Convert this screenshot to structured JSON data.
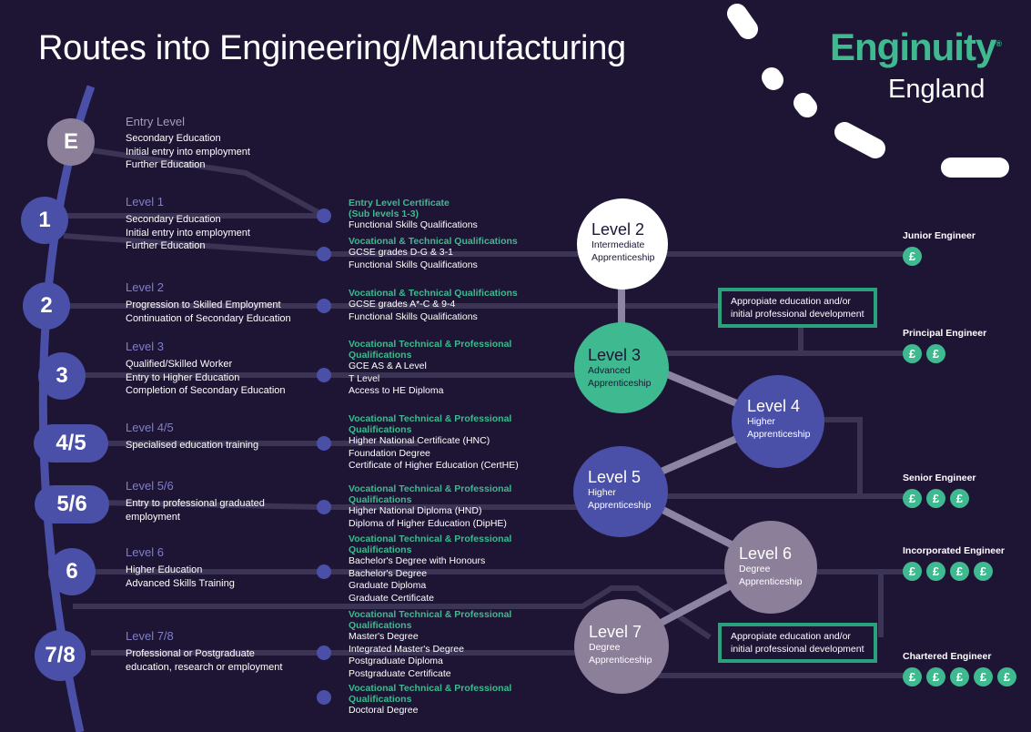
{
  "title": "Routes into Engineering/Manufacturing",
  "brand": "Enginuity",
  "country": "England",
  "levels": [
    {
      "badge": "E",
      "heading": "Entry Level",
      "lines": [
        "Secondary Education",
        "Initial entry into employment",
        "Further Education"
      ]
    },
    {
      "badge": "1",
      "heading": "Level 1",
      "lines": [
        "Secondary Education",
        "Initial entry into employment",
        "Further Education"
      ]
    },
    {
      "badge": "2",
      "heading": "Level 2",
      "lines": [
        "Progression to Skilled Employment",
        "Continuation of Secondary Education"
      ]
    },
    {
      "badge": "3",
      "heading": "Level 3",
      "lines": [
        "Qualified/Skilled Worker",
        "Entry to Higher Education",
        "Completion of Secondary Education"
      ]
    },
    {
      "badge": "4/5",
      "heading": "Level 4/5",
      "lines": [
        "Specialised education training"
      ]
    },
    {
      "badge": "5/6",
      "heading": "Level 5/6",
      "lines": [
        "Entry to professional graduated",
        "employment"
      ]
    },
    {
      "badge": "6",
      "heading": "Level 6",
      "lines": [
        "Higher  Education",
        "Advanced Skills Training"
      ]
    },
    {
      "badge": "7/8",
      "heading": "Level 7/8",
      "lines": [
        "Professional or Postgraduate",
        "education, research or employment"
      ]
    }
  ],
  "qualifications": [
    {
      "heading": [
        "Entry Level Certificate",
        "(Sub levels 1-3)"
      ],
      "lines": [
        "Functional Skills Qualifications"
      ]
    },
    {
      "heading": [
        "Vocational & Technical Qualifications"
      ],
      "lines": [
        "GCSE grades D-G & 3-1",
        "Functional Skills Qualifications"
      ]
    },
    {
      "heading": [
        "Vocational & Technical Qualifications"
      ],
      "lines": [
        "GCSE grades A*-C & 9-4",
        "Functional Skills Qualifications"
      ]
    },
    {
      "heading": [
        "Vocational Technical & Professional",
        "Qualifications"
      ],
      "lines": [
        "GCE AS & A Level",
        "T Level",
        "Access to HE Diploma"
      ]
    },
    {
      "heading": [
        "Vocational Technical & Professional",
        "Qualifications"
      ],
      "lines": [
        "Higher National Certificate (HNC)",
        "Foundation Degree",
        "Certificate of Higher Education (CertHE)"
      ]
    },
    {
      "heading": [
        "Vocational Technical & Professional",
        "Qualifications"
      ],
      "lines": [
        "Higher National Diploma (HND)",
        "Diploma of Higher Education (DipHE)"
      ]
    },
    {
      "heading": [
        "Vocational Technical & Professional",
        "Qualifications"
      ],
      "lines": [
        "Bachelor's Degree with Honours",
        "Bachelor's Degree",
        "Graduate Diploma",
        "Graduate Certificate"
      ]
    },
    {
      "heading": [
        "Vocational Technical & Professional",
        "Qualifications"
      ],
      "lines": [
        "Master's Degree",
        "Integrated Master's Degree",
        "Postgraduate Diploma",
        "Postgraduate Certificate"
      ]
    },
    {
      "heading": [
        "Vocational Technical & Professional",
        "Qualifications"
      ],
      "lines": [
        "Doctoral Degree"
      ]
    }
  ],
  "apprenticeships": [
    {
      "title": "Level 2",
      "sub": [
        "Intermediate",
        "Apprenticeship"
      ]
    },
    {
      "title": "Level 3",
      "sub": [
        "Advanced",
        "Apprenticeship"
      ]
    },
    {
      "title": "Level 4",
      "sub": [
        "Higher",
        "Apprenticeship"
      ]
    },
    {
      "title": "Level 5",
      "sub": [
        "Higher",
        "Apprenticeship"
      ]
    },
    {
      "title": "Level 6",
      "sub": [
        "Degree",
        "Apprenticeship"
      ]
    },
    {
      "title": "Level 7",
      "sub": [
        "Degree",
        "Apprenticeship"
      ]
    }
  ],
  "boxes": [
    {
      "lines": [
        "Appropiate education and/or",
        "initial professional development"
      ]
    },
    {
      "lines": [
        "Appropiate education and/or",
        "initial professional development"
      ]
    }
  ],
  "careers": [
    {
      "title": "Junior Engineer",
      "pounds": 1
    },
    {
      "title": "Principal Engineer",
      "pounds": 2
    },
    {
      "title": "Senior Engineer",
      "pounds": 3
    },
    {
      "title": "Incorporated Engineer",
      "pounds": 4
    },
    {
      "title": "Chartered Engineer",
      "pounds": 5
    }
  ],
  "pound_symbol": "£",
  "colors": {
    "background": "#1e1535",
    "green": "#3fb98f",
    "purple": "#4a4fa8",
    "mauve": "#8b7f99",
    "white": "#ffffff",
    "connector": "#3c3454",
    "level_heading": "#7f7fc9"
  }
}
